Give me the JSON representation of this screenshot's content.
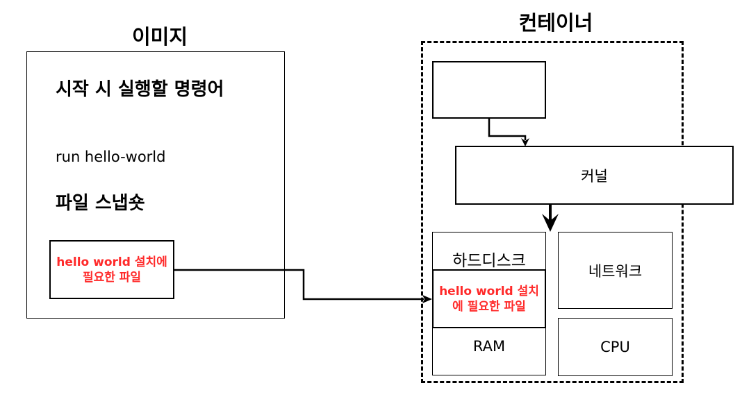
{
  "image": {
    "title": "이미지",
    "start_command_heading": "시작 시 실행할 명령어",
    "command": "run hello-world",
    "snapshot_heading": "파일 스냅숏",
    "files_box": "hello world 설치에 필요한 파일"
  },
  "container": {
    "title": "컨테이너",
    "kernel": "커널",
    "hard_disk": "하드디스크",
    "files_box": "hello world 설치에 필요한 파일",
    "ram": "RAM",
    "network": "네트워크",
    "cpu": "CPU"
  },
  "colors": {
    "highlight_text": "#ff2a2a",
    "border": "#000000"
  }
}
